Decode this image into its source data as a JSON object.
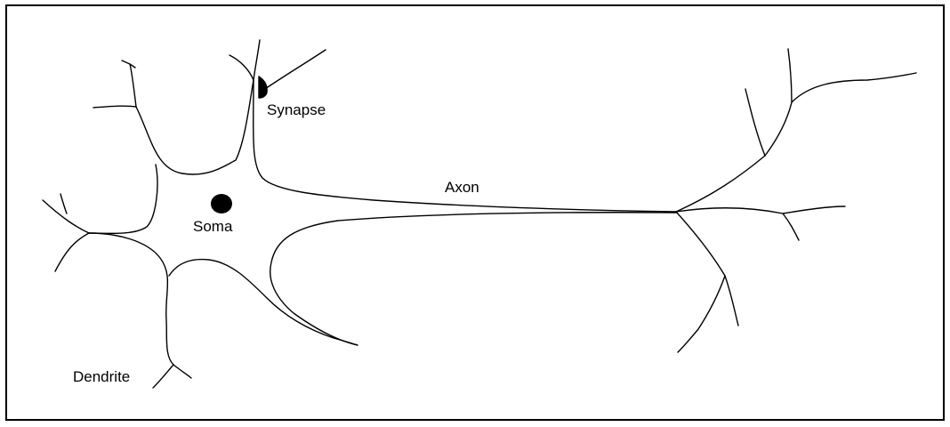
{
  "labels": {
    "synapse": "Synapse",
    "axon": "Axon",
    "soma": "Soma",
    "dendrite": "Dendrite"
  },
  "colors": {
    "ink": "#000000",
    "background": "#ffffff"
  }
}
